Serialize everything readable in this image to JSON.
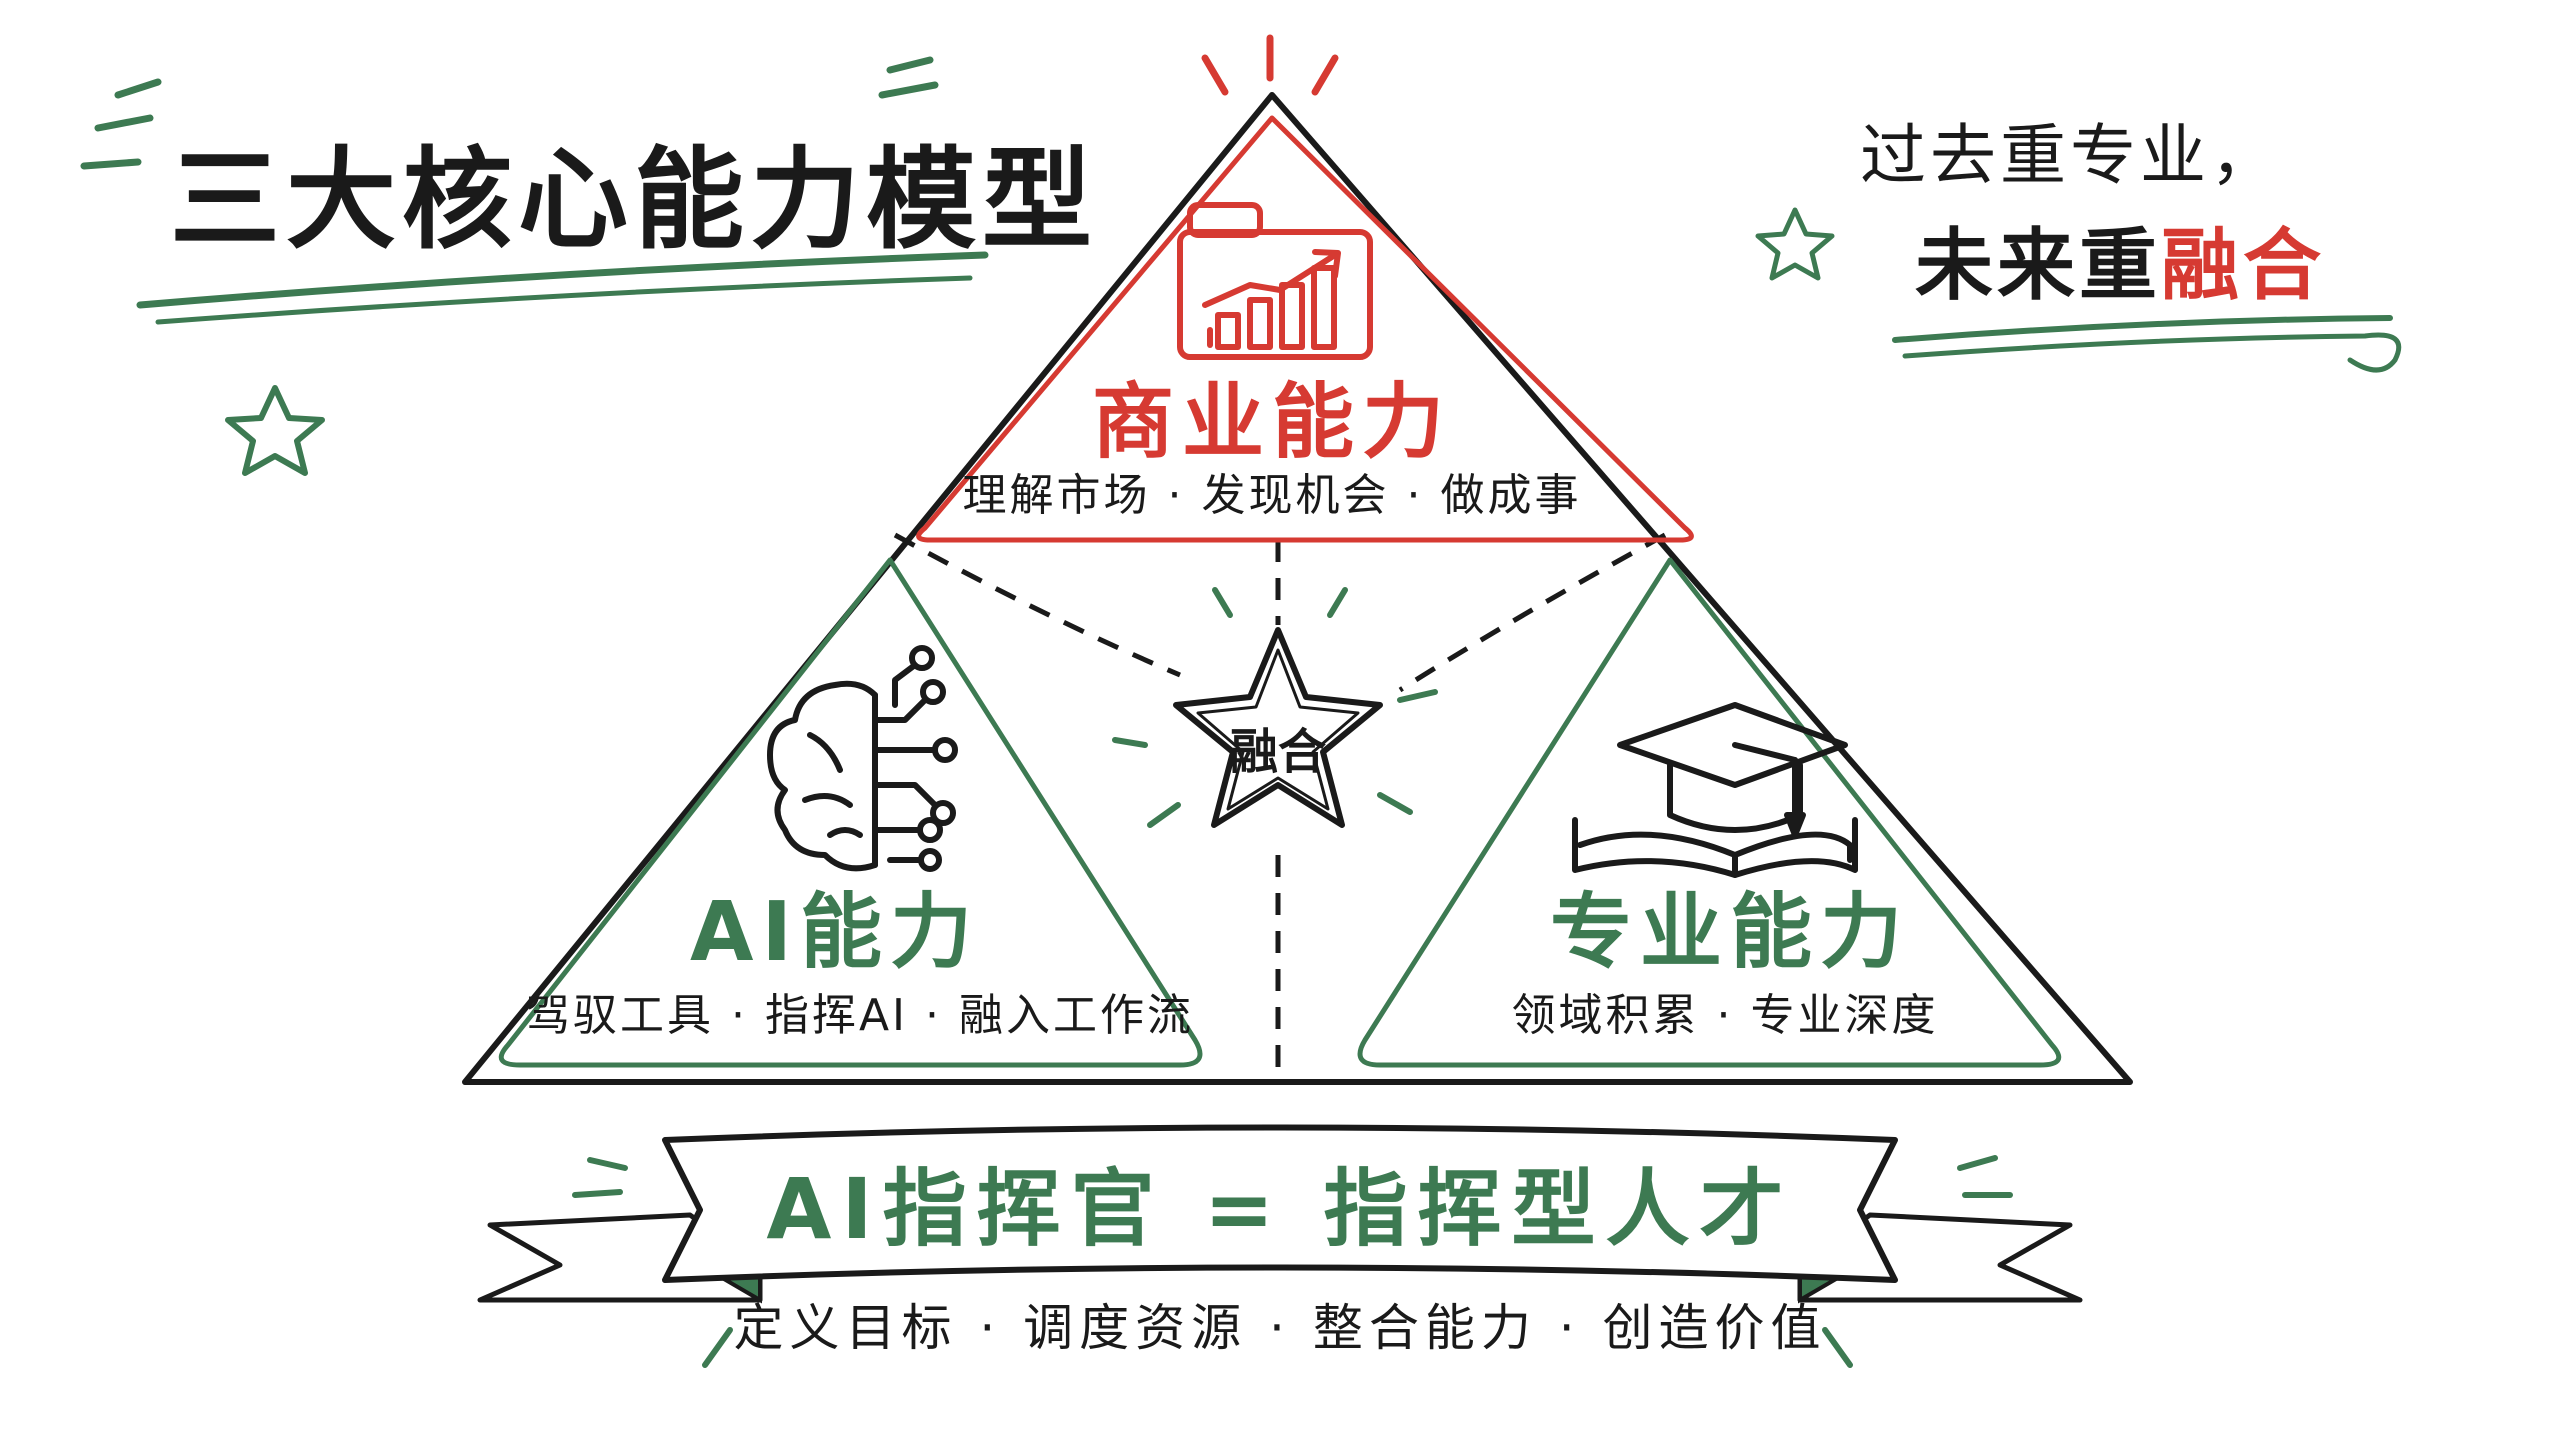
{
  "colors": {
    "green": "#3d7a52",
    "red": "#d63a32",
    "ink": "#1a1a1a"
  },
  "header": {
    "title": "三大核心能力模型"
  },
  "slogan": {
    "line1": "过去重专业，",
    "line2_prefix": "未来重",
    "line2_highlight": "融合"
  },
  "business": {
    "title": "商业能力",
    "subtitle": "理解市场 · 发现机会 · 做成事",
    "icon": "briefcase-growth-icon"
  },
  "ai": {
    "title": "AI能力",
    "subtitle": "驾驭工具 · 指挥AI · 融入工作流",
    "icon": "brain-circuit-icon"
  },
  "professional": {
    "title": "专业能力",
    "subtitle": "领域积累 · 专业深度",
    "icon": "graduation-cap-book-icon"
  },
  "center": {
    "label": "融合",
    "icon": "star-icon"
  },
  "ribbon": {
    "text": "AI指挥官 = 指挥型人才"
  },
  "footer": {
    "subtitle": "定义目标 · 调度资源 · 整合能力 · 创造价值"
  }
}
